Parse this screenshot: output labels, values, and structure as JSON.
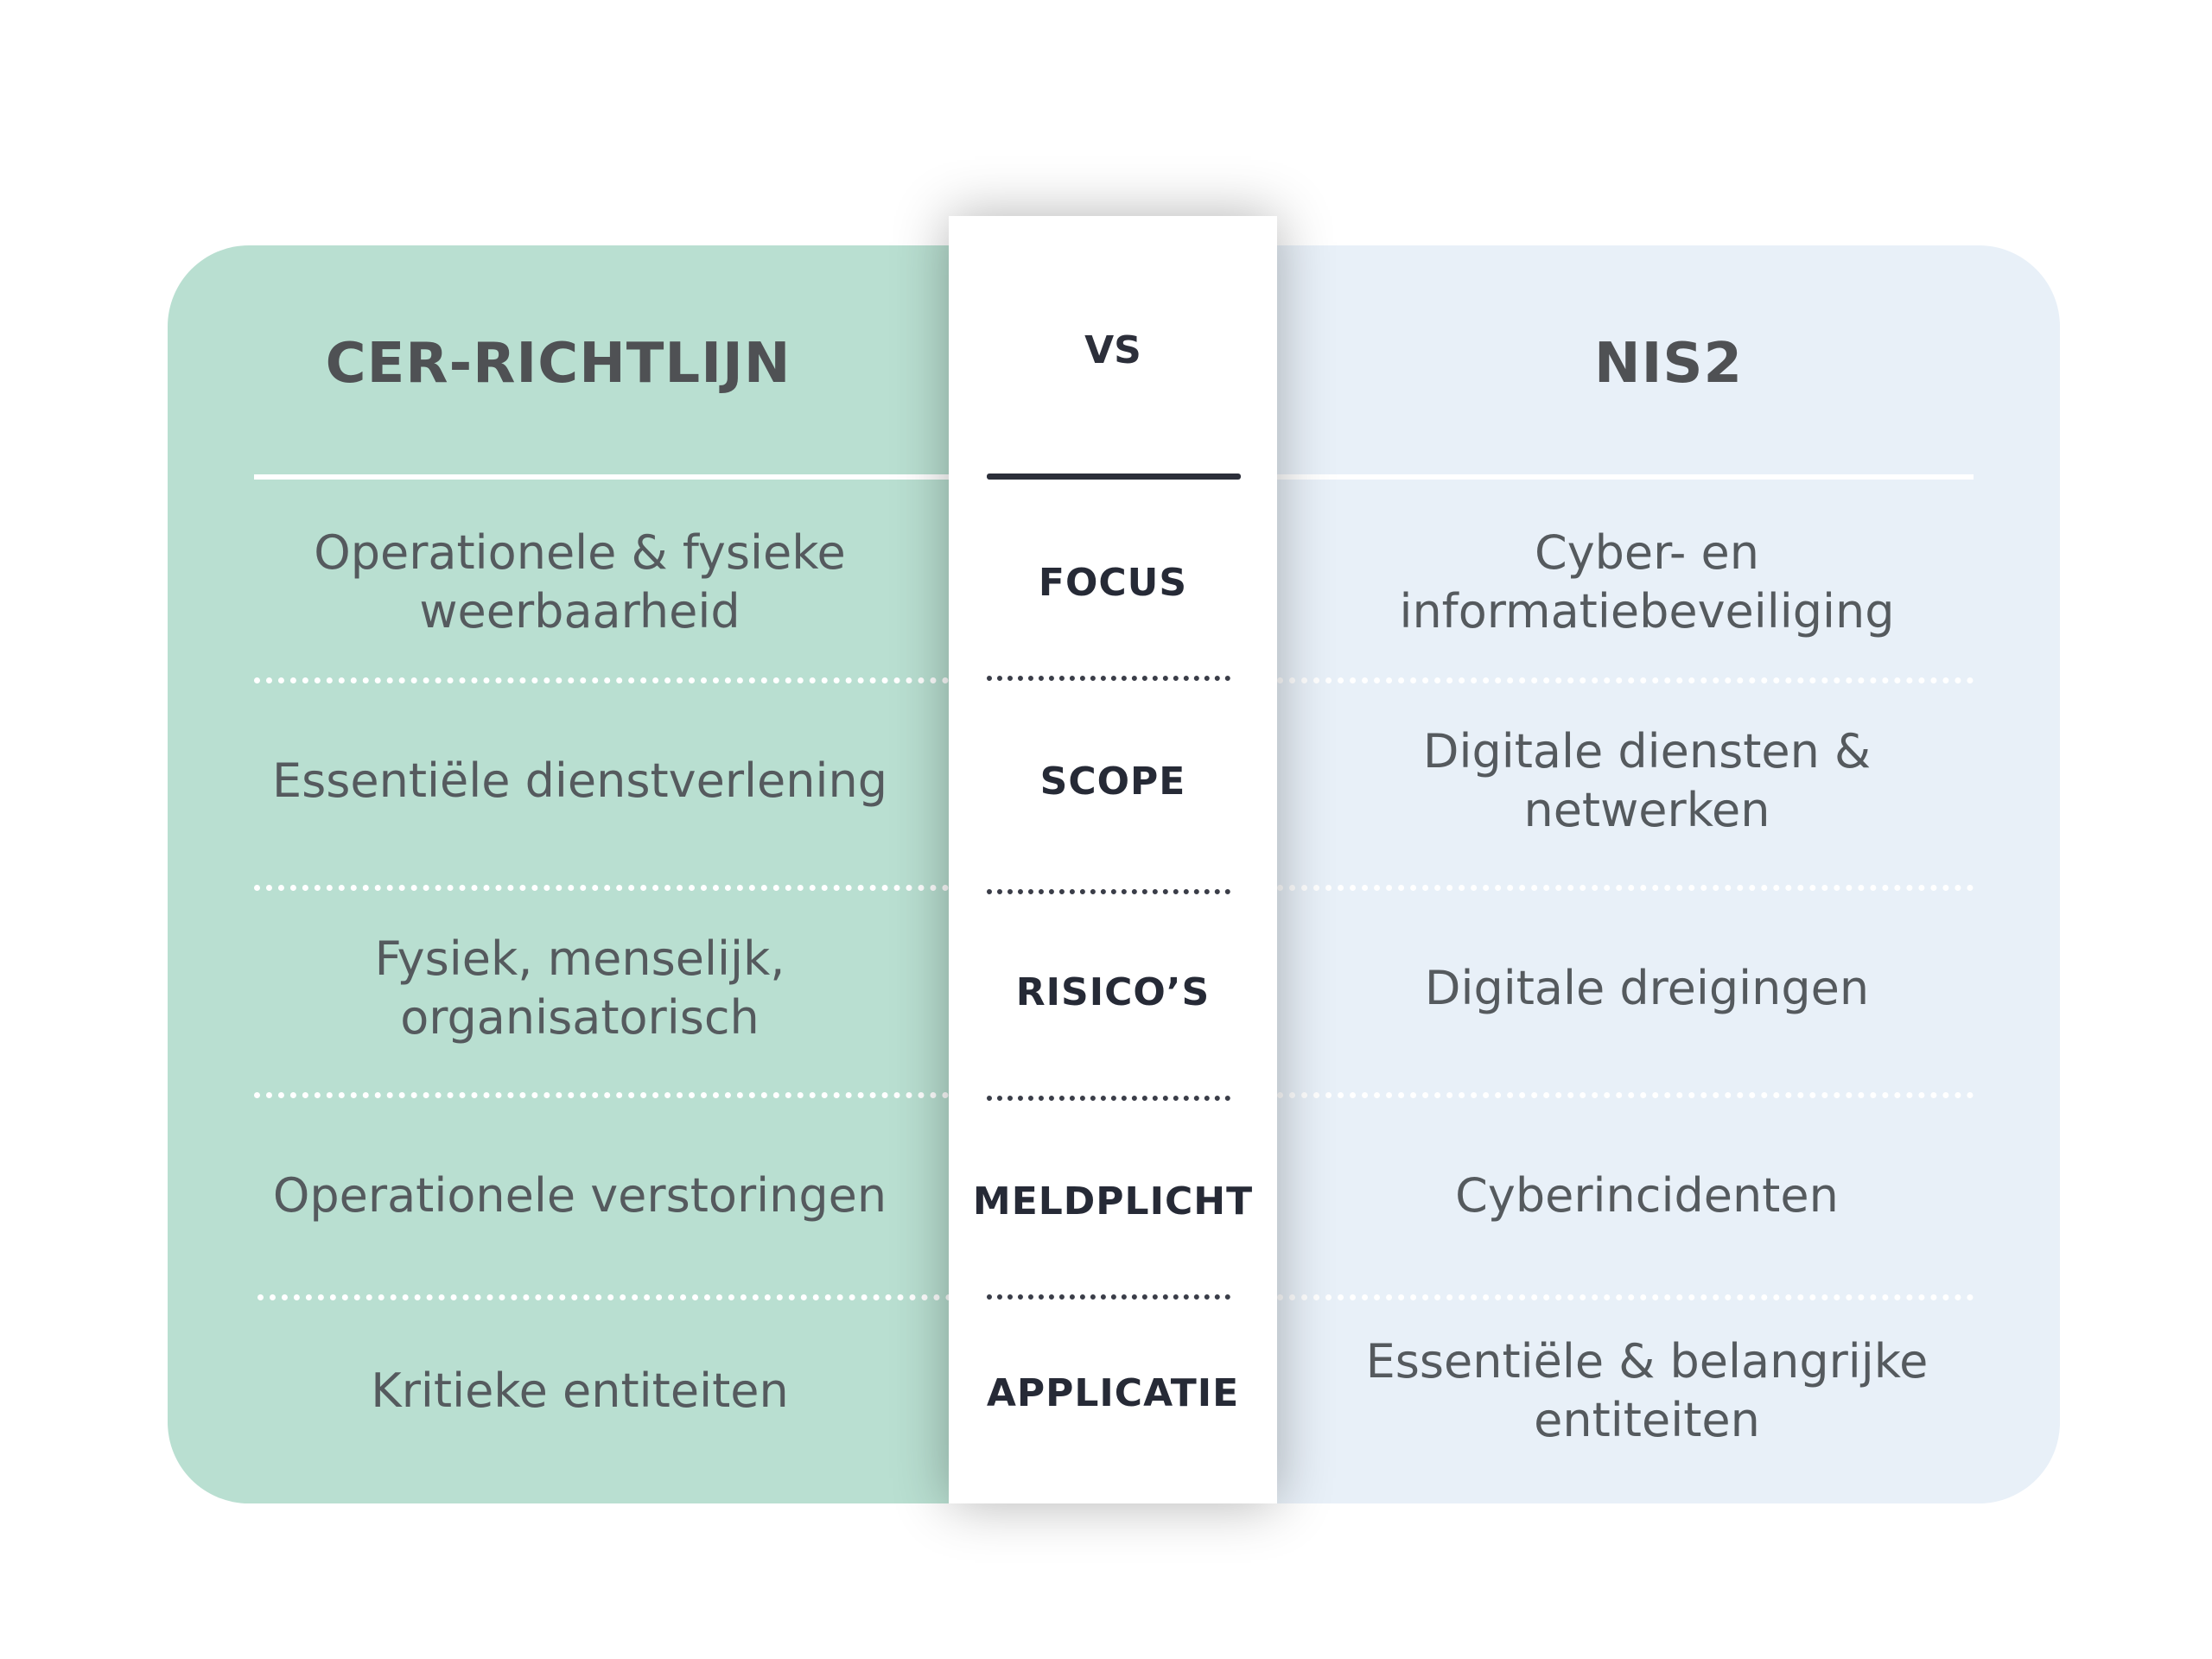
{
  "left": {
    "title": "CER-RICHTLIJN",
    "rows": [
      "Operationele & fysieke\nweerbaarheid",
      "Essentiële dienstverlening",
      "Fysiek, menselijk,\norganisatorisch",
      "Operationele verstoringen",
      "Kritieke entiteiten"
    ]
  },
  "middle": {
    "title": "VS",
    "labels": [
      "FOCUS",
      "SCOPE",
      "RISICO’S",
      "MELDPLICHT",
      "APPLICATIE"
    ]
  },
  "right": {
    "title": "NIS2",
    "rows": [
      "Cyber- en\ninformatiebeveiliging",
      "Digitale diensten &\nnetwerken",
      "Digitale dreigingen",
      "Cyberincidenten",
      "Essentiële & belangrijke\nentiteiten"
    ]
  },
  "colors": {
    "left_panel": "#b9dfd1",
    "right_panel": "#e8f0f8",
    "middle_panel": "#ffffff",
    "text": "#555a5e",
    "label_text": "#262a36"
  }
}
